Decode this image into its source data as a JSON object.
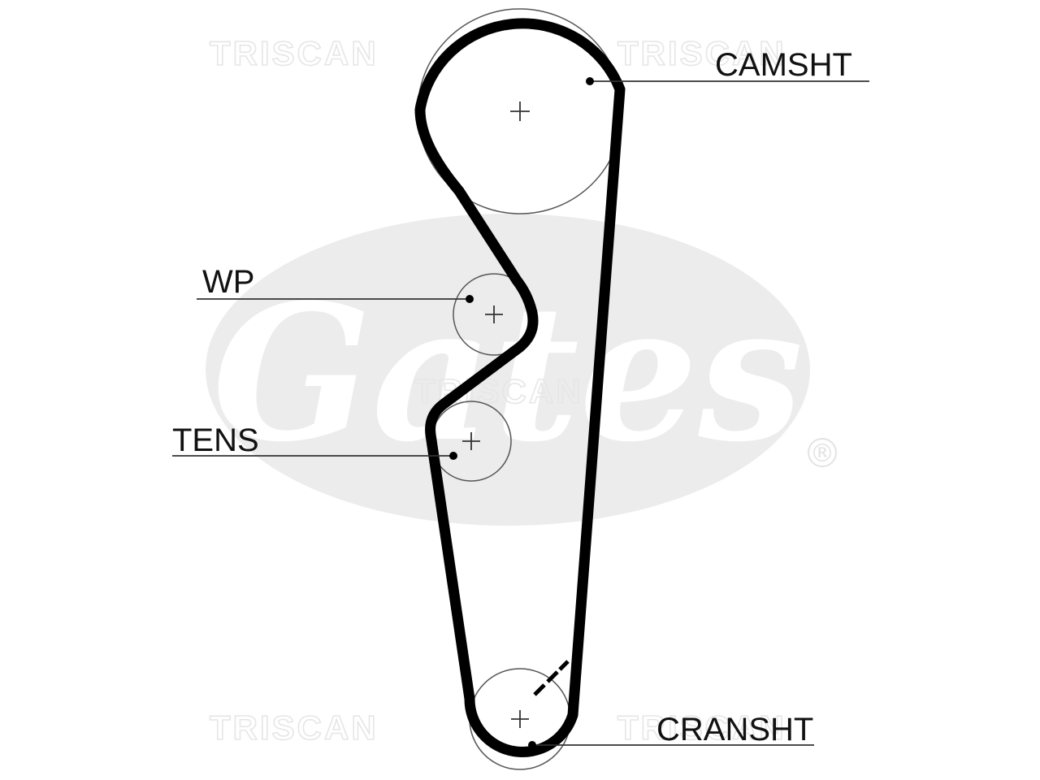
{
  "watermarks": {
    "brand_text": "TRISCAN",
    "logo_text": "Gates",
    "registered_symbol": "®",
    "color": "#e6e6e6",
    "logo_color": "#ececec"
  },
  "labels": {
    "camshaft": "CAMSHT",
    "water_pump": "WP",
    "tensioner": "TENS",
    "crankshaft": "CRANSHT"
  },
  "colors": {
    "belt": "#000000",
    "pulley_outline": "#555555",
    "leader_line": "#333333",
    "text": "#111111"
  }
}
